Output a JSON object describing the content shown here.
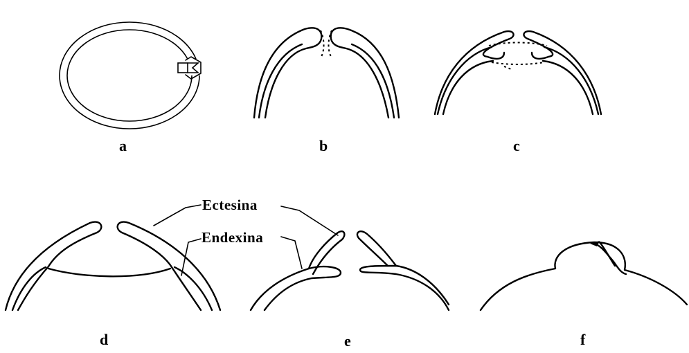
{
  "figure": {
    "panels": [
      {
        "id": "a",
        "label": "a"
      },
      {
        "id": "b",
        "label": "b"
      },
      {
        "id": "c",
        "label": "c"
      },
      {
        "id": "d",
        "label": "d"
      },
      {
        "id": "e",
        "label": "e"
      },
      {
        "id": "f",
        "label": "f"
      }
    ],
    "annotations": {
      "outer_layer": "Ectesina",
      "inner_layer": "Endexina"
    }
  }
}
